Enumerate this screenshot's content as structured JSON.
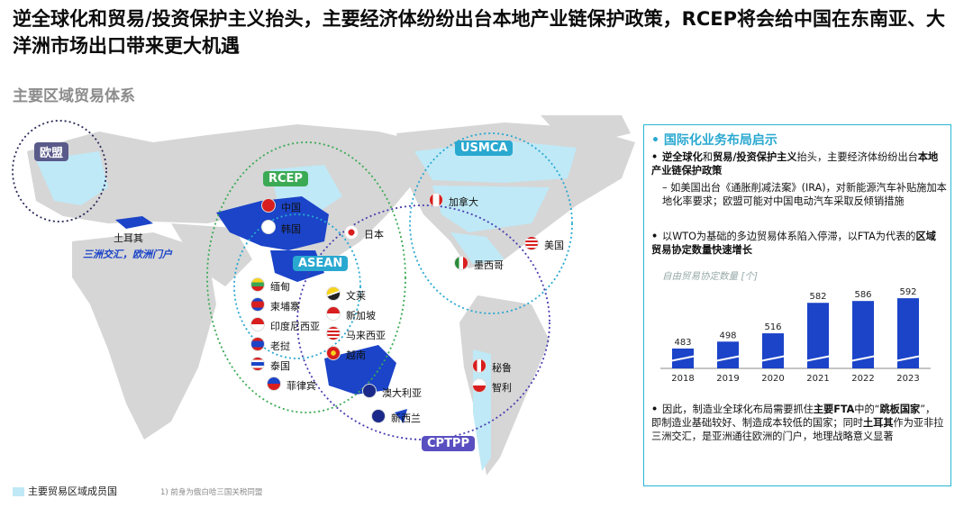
{
  "headline": "逆全球化和贸易/投资保护主义抬头，主要经济体纷纷出台本地产业链保护政策，RCEP将会给中国在东南亚、大洋洲市场出口带来更大机遇",
  "subtitle": "主要区域贸易体系",
  "map": {
    "regions": {
      "eu": "欧盟",
      "rcep": "RCEP",
      "asean": "ASEAN",
      "usmca": "USMCA",
      "cptpp": "CPTPP"
    },
    "turkey": {
      "name": "土耳其",
      "note": "三洲交汇，欧洲门户"
    },
    "countries": {
      "china": "中国",
      "korea": "韩国",
      "japan": "日本",
      "myanmar": "缅甸",
      "cambodia": "柬埔寨",
      "indonesia": "印度尼西亚",
      "laos": "老挝",
      "thailand": "泰国",
      "philippines": "菲律宾",
      "brunei": "文莱",
      "singapore": "新加坡",
      "malaysia": "马来西亚",
      "vietnam": "越南",
      "australia": "澳大利亚",
      "newzealand": "新西兰",
      "canada": "加拿大",
      "usa": "美国",
      "mexico": "墨西哥",
      "peru": "秘鲁",
      "chile": "智利"
    },
    "colors": {
      "member": "#bfe9f6",
      "highlight": "#1b44c8",
      "land": "#d6d6d6",
      "accent": "#29b6d6"
    }
  },
  "panel": {
    "title": "国际化业务布局启示",
    "p1": {
      "b1": "逆全球化",
      "t1": "和",
      "b2": "贸易/投资保护主义",
      "t2": "抬头，主要经济体纷纷出台",
      "b3": "本地产业链保护政策"
    },
    "p1_sub": "如美国出台《通胀削减法案》(IRA)，对新能源汽车补贴施加本地化率要求；欧盟可能对中国电动汽车采取反倾销措施",
    "p2": {
      "t1": "以WTO为基础的多边贸易体系陷入停滞，以FTA为代表的",
      "b1": "区域贸易协定",
      "b2": "数量快速增长"
    },
    "chart_caption": "自由贸易协定数量 [个]",
    "p3": {
      "t1": "因此，制造业全球化布局需要抓住",
      "b1": "主要FTA",
      "t2": "中的“",
      "b2": "跳板国家",
      "t3": "”，即制造业基础较好、制造成本较低的国家；同时",
      "b3": "土耳其",
      "t4": "作为亚非拉三洲交汇，是亚洲通往欧洲的门户，地理战略意义显著"
    }
  },
  "chart_data": {
    "type": "bar",
    "categories": [
      "2018",
      "2019",
      "2020",
      "2021",
      "2022",
      "2023"
    ],
    "values": [
      483,
      498,
      516,
      582,
      586,
      592
    ],
    "title": "自由贸易协定数量 [个]",
    "xlabel": "",
    "ylabel": "",
    "ylim": [
      440,
      600
    ],
    "grid": false,
    "axis_break": true,
    "bar_color": "#1b44c8"
  },
  "legend": "主要贸易区域成员国",
  "footnote": "1) 前身为俄白哈三国关税同盟"
}
